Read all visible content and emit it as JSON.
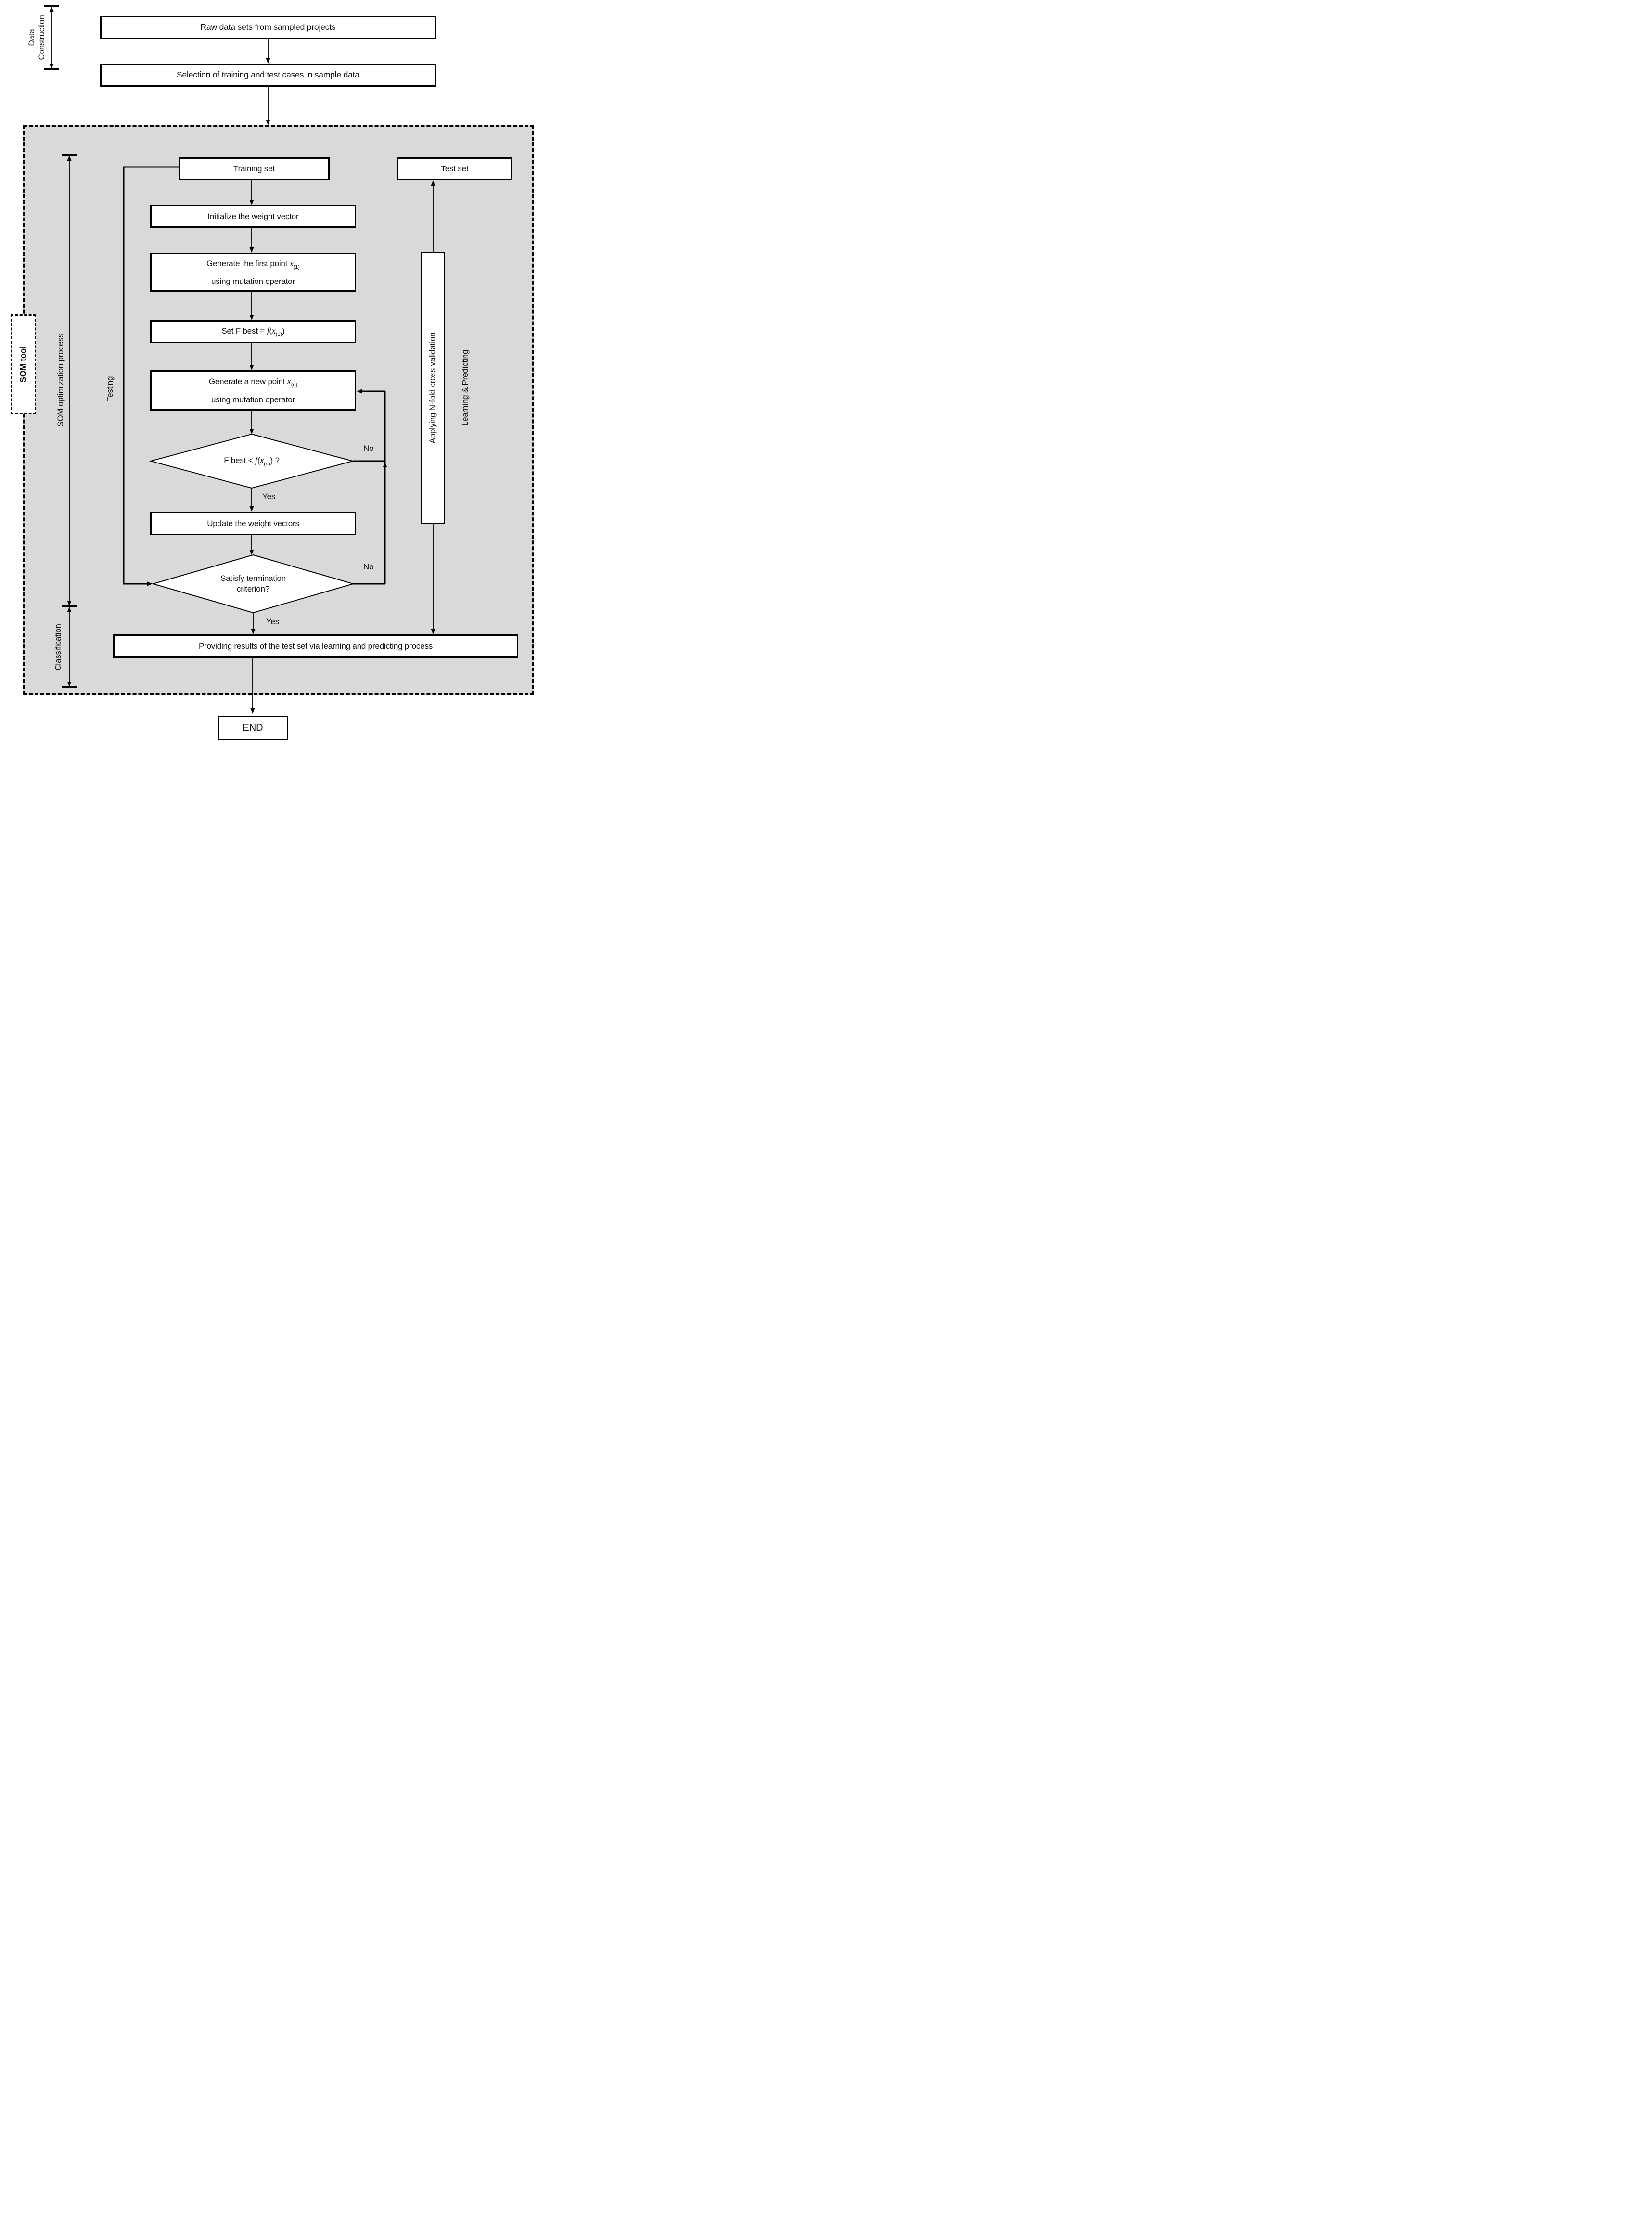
{
  "palette": {
    "diagram_bg": "#d9d9d9",
    "box_bg": "#ffffff",
    "line": "#000000"
  },
  "stages": {
    "data_construction_line1": "Data",
    "data_construction_line2": "Construction",
    "som_tool": "SOM tool",
    "som_optimization": "SOM optimization process",
    "testing": "Testing",
    "classification": "Classification",
    "nfold": "Applying N-fold cross validation",
    "learning_predicting": "Learning & Predicting"
  },
  "boxes": {
    "raw_data": "Raw data sets from sampled projects",
    "selection": "Selection of training and test cases in sample data",
    "training_set": "Training set",
    "test_set": "Test set",
    "initialize": "Initialize the weight vector",
    "generate_first": {
      "prefix": "Generate the first point ",
      "var": "x",
      "sub": "(1)",
      "line2": "using mutation operator"
    },
    "set_fbest": {
      "prefix": "Set F best = ",
      "f": "f",
      "open": "(",
      "x": "x",
      "sub": "(1)",
      "close": ")"
    },
    "generate_new": {
      "prefix": "Generate a new point ",
      "var": "x",
      "sub": "(n)",
      "line2": "using mutation operator"
    },
    "decision_fbest": {
      "prefix": "F best < ",
      "f": "f",
      "open": "(",
      "x": "x",
      "sub": "(n)",
      "close": ")",
      "suffix": " ?"
    },
    "update": "Update the weight vectors",
    "decision_termination_line1": "Satisfy termination",
    "decision_termination_line2": "criterion?",
    "providing": "Providing results of the test set via learning and predicting process",
    "end": "END"
  },
  "edges": {
    "yes1": "Yes",
    "no1": "No",
    "yes2": "Yes",
    "no2": "No"
  }
}
